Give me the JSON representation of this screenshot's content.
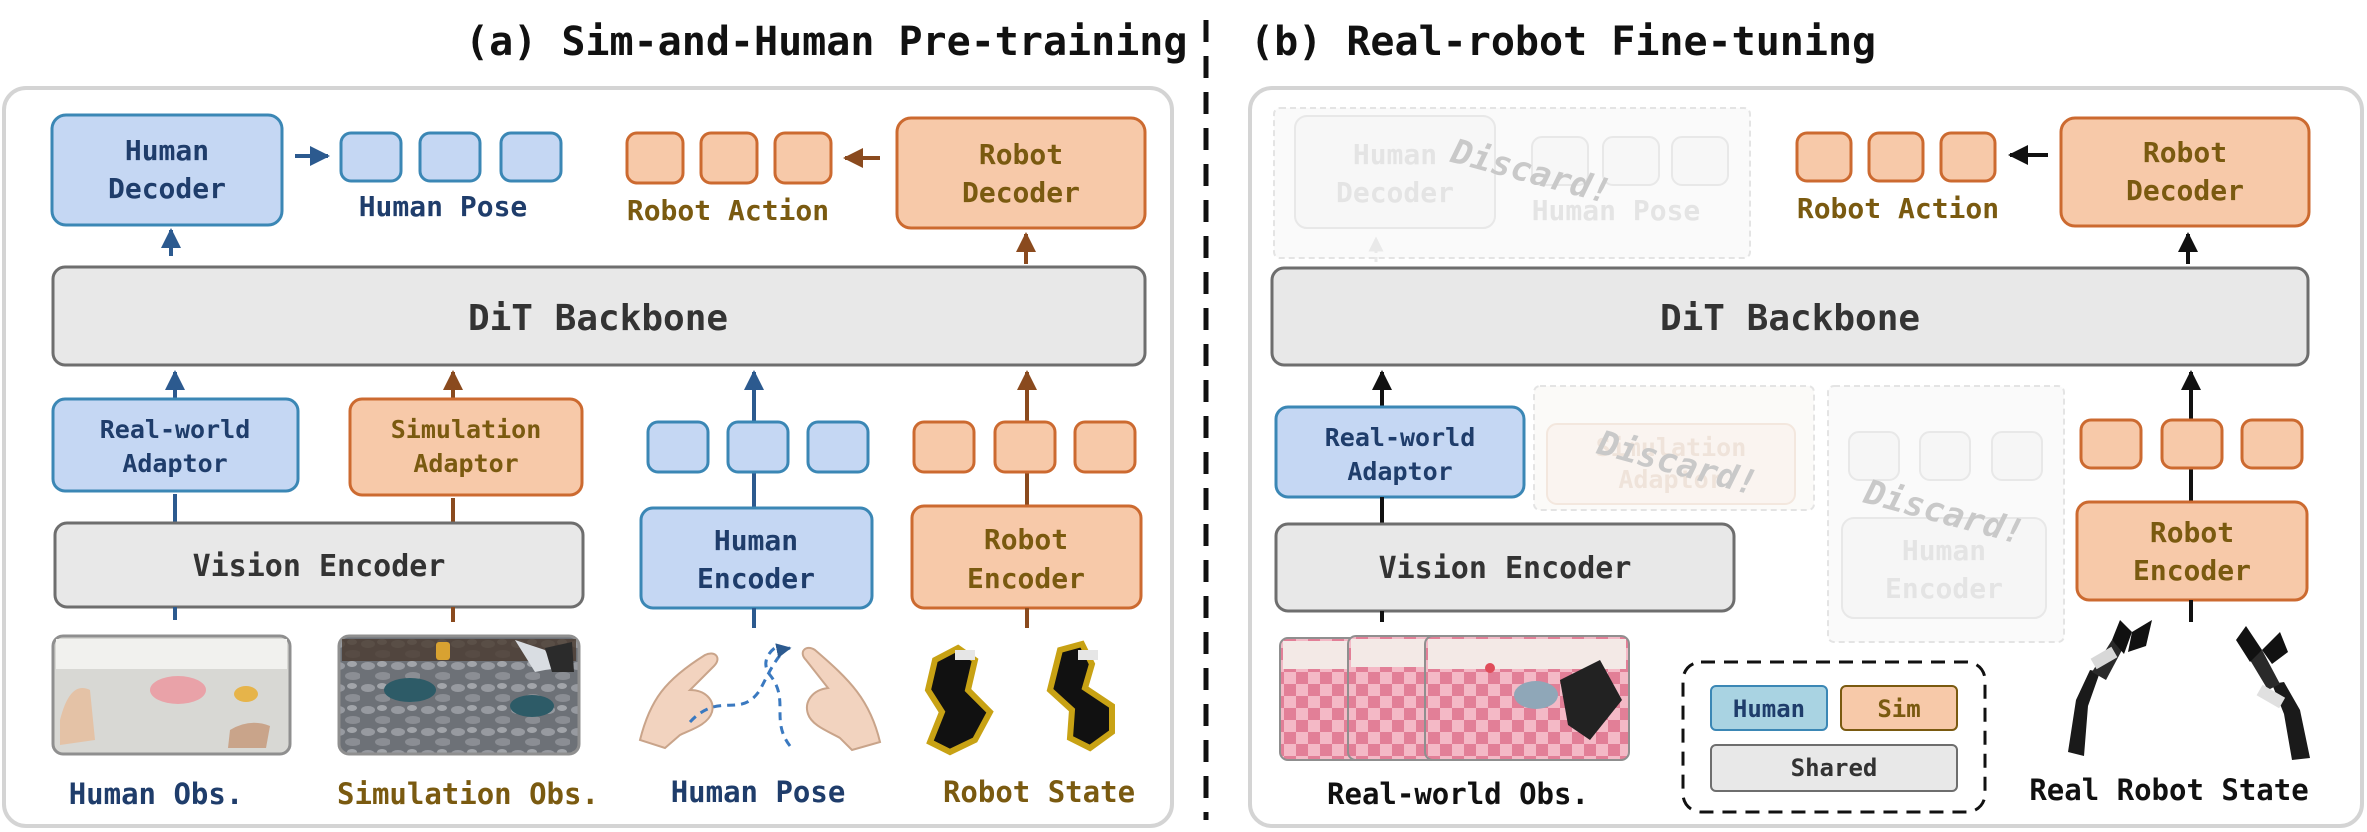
{
  "panel_a": {
    "title": "(a) Sim-and-Human Pre-training",
    "backbone": "DiT Backbone",
    "human_decoder": [
      "Human",
      "Decoder"
    ],
    "robot_decoder": [
      "Robot",
      "Decoder"
    ],
    "human_pose_out": "Human Pose",
    "robot_action_out": "Robot Action",
    "real_world_adaptor": [
      "Real-world",
      "Adaptor"
    ],
    "simulation_adaptor": [
      "Simulation",
      "Adaptor"
    ],
    "vision_encoder": "Vision Encoder",
    "human_encoder": [
      "Human",
      "Encoder"
    ],
    "robot_encoder": [
      "Robot",
      "Encoder"
    ],
    "captions": {
      "human_obs": "Human Obs.",
      "simulation_obs": "Simulation Obs.",
      "human_pose": "Human Pose",
      "robot_state": "Robot State"
    }
  },
  "panel_b": {
    "title": "(b) Real-robot Fine-tuning",
    "backbone": "DiT Backbone",
    "human_decoder": [
      "Human",
      "Decoder"
    ],
    "human_pose_out": "Human Pose",
    "robot_decoder": [
      "Robot",
      "Decoder"
    ],
    "robot_action_out": "Robot Action",
    "real_world_adaptor": [
      "Real-world",
      "Adaptor"
    ],
    "simulation_adaptor": [
      "Simulation",
      "Adaptor"
    ],
    "vision_encoder": "Vision Encoder",
    "human_encoder": [
      "Human",
      "Encoder"
    ],
    "robot_encoder": [
      "Robot",
      "Encoder"
    ],
    "discard_label": "Discard!",
    "captions": {
      "real_world_obs": "Real-world Obs.",
      "real_robot_state": "Real Robot State"
    },
    "legend": {
      "human": "Human",
      "sim": "Sim",
      "shared": "Shared"
    }
  },
  "colors": {
    "human_fill": "#c5d7f3",
    "human_stroke": "#3b87b5",
    "human_text": "#1f3d6b",
    "robot_fill": "#f7c9a9",
    "robot_stroke": "#cc6a30",
    "robot_text": "#7a5a10",
    "shared_fill": "#e8e8e8",
    "shared_stroke": "#6e6e6e",
    "shared_text": "#333333",
    "human_arrow": "#2c5a8f",
    "robot_arrow": "#8a4a1e",
    "legend_human_fill": "#a9d3e2"
  }
}
